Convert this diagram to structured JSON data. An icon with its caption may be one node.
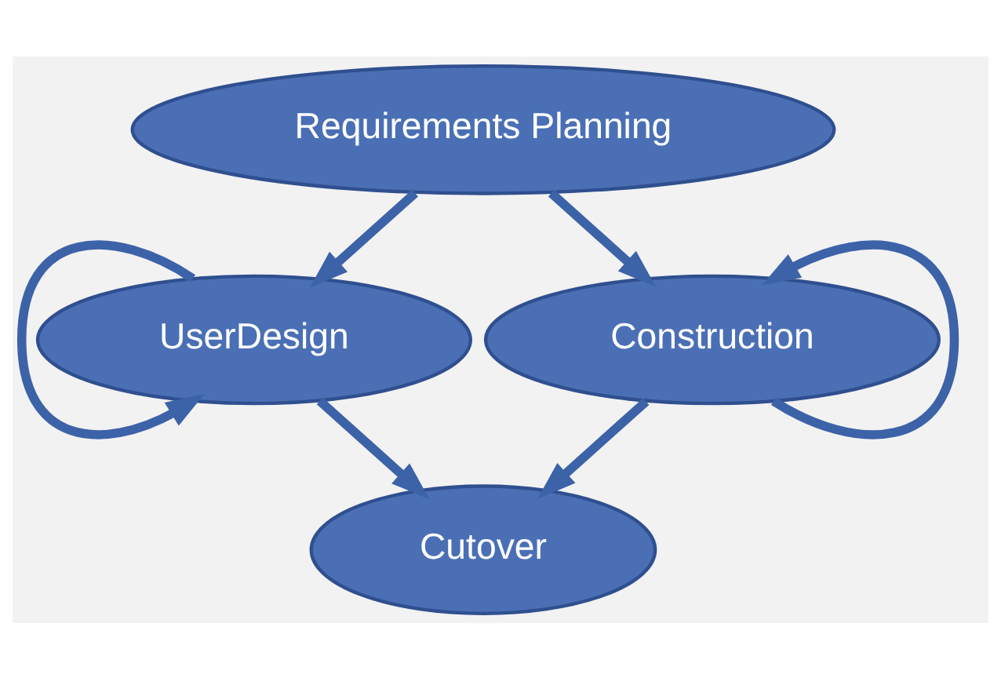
{
  "diagram": {
    "nodes": [
      {
        "text": [
          "Requirements Planning"
        ]
      },
      {
        "text": [
          "UserDesign"
        ]
      },
      {
        "text": [
          "Construction"
        ]
      },
      {
        "text": [
          "Cutover"
        ]
      }
    ],
    "edges": [
      {
        "from": 0,
        "to": 1,
        "arrow": "to"
      },
      {
        "from": 0,
        "to": 2,
        "arrow": "to"
      },
      {
        "from": 1,
        "to": 1,
        "arrow": "to"
      },
      {
        "from": 2,
        "to": 2,
        "arrow": "to"
      },
      {
        "from": 1,
        "to": 3,
        "arrow": "to"
      },
      {
        "from": 2,
        "to": 3,
        "arrow": "to"
      }
    ]
  }
}
